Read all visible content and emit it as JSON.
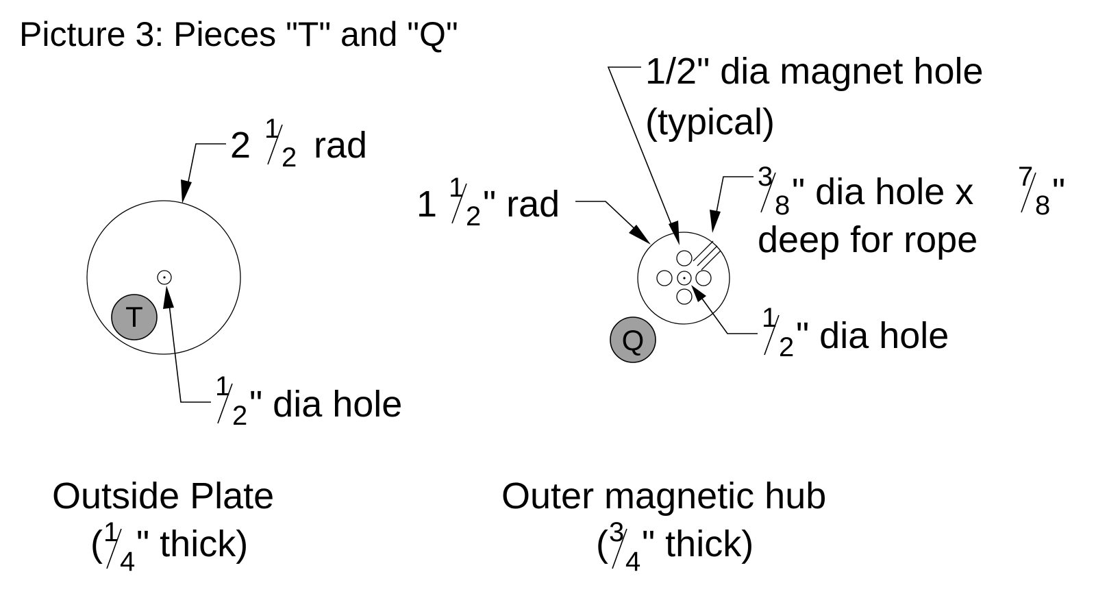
{
  "title": "Picture 3: Pieces \"T\" and \"Q\"",
  "piece_t": {
    "marker": "T",
    "radius_label": {
      "whole": "2",
      "num": "1",
      "den": "2",
      "suffix": "rad"
    },
    "hole_label": {
      "num": "1",
      "den": "2",
      "suffix": "\" dia hole"
    },
    "caption": "Outside Plate",
    "thickness": {
      "open": "(",
      "num": "1",
      "den": "4",
      "suffix": "\" thick)"
    }
  },
  "piece_q": {
    "marker": "Q",
    "magnet_label_line1": "1/2\" dia magnet hole",
    "magnet_label_line2": "(typical)",
    "radius_label": {
      "whole": "1",
      "num": "1",
      "den": "2",
      "suffix": "\" rad"
    },
    "rope_label": {
      "num1": "3",
      "den1": "8",
      "middle": "\" dia hole x",
      "num2": "7",
      "den2": "8",
      "end": "\""
    },
    "rope_label_line2": "deep for rope",
    "hole_label": {
      "num": "1",
      "den": "2",
      "suffix": "\" dia hole"
    },
    "caption": "Outer magnetic hub",
    "thickness": {
      "open": "(",
      "num": "3",
      "den": "4",
      "suffix": "\" thick)"
    }
  }
}
